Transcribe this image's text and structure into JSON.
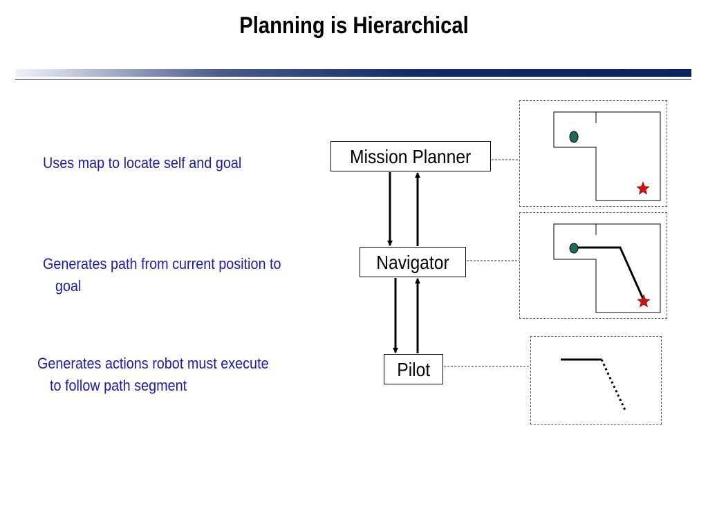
{
  "slide": {
    "title": "Planning is Hierarchical"
  },
  "levels": [
    {
      "node_label": "Mission Planner",
      "description_line1": "Uses map to locate self and goal",
      "description_line2": ""
    },
    {
      "node_label": "Navigator",
      "description_line1": "Generates path from current position to",
      "description_line2": "goal"
    },
    {
      "node_label": "Pilot",
      "description_line1": "Generates actions robot must execute",
      "description_line2": "to follow path segment"
    }
  ],
  "colors": {
    "text": "#1a1ab4",
    "robot_marker": "#1e6b5a",
    "goal_star": "#cc1111"
  },
  "icons": {
    "robot": "circle",
    "goal": "star"
  }
}
